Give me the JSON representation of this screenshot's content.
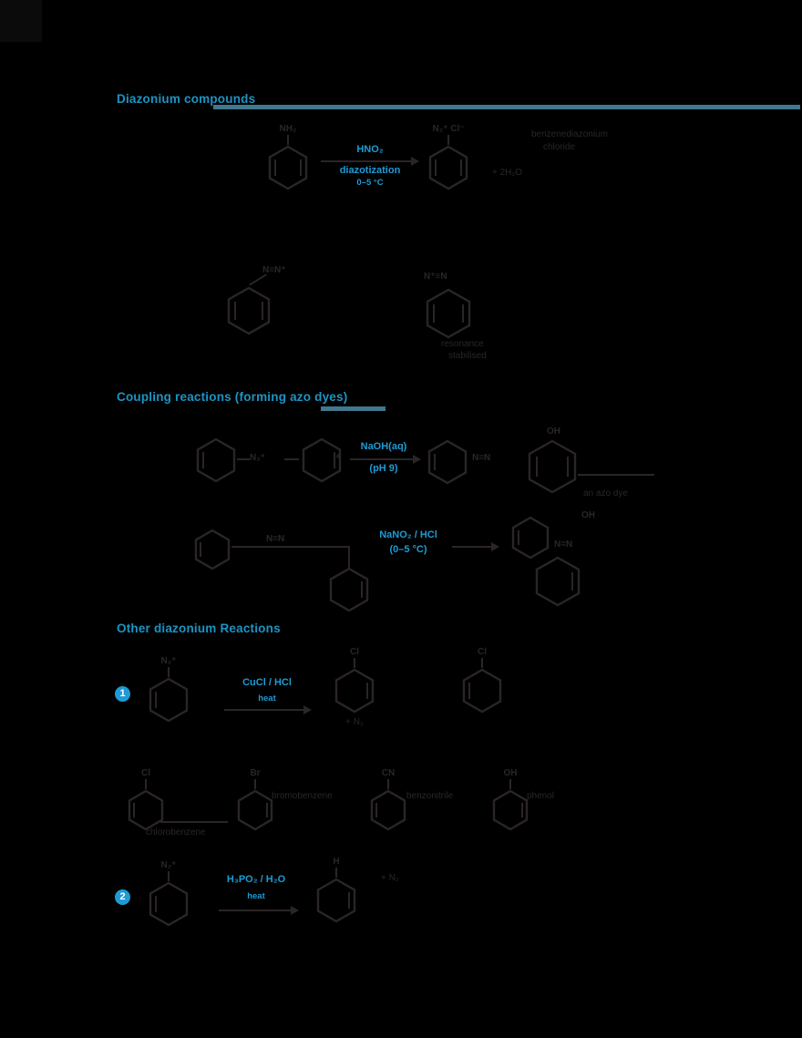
{
  "page": {
    "background": "#000000"
  },
  "colors": {
    "heading_blue": "#1c94c4",
    "label_blue": "#1e9bd4",
    "rule_teal": "#41788e",
    "structure_ink": "#2b2527",
    "badge_text": "#ffffff"
  },
  "sections": {
    "diazonium": {
      "title": "Diazonium compounds"
    },
    "coupling": {
      "title": "Coupling reactions (forming azo dyes)"
    },
    "other": {
      "title": "Other diazonium Reactions"
    }
  },
  "scheme1": {
    "reactant_label": "NH₂",
    "arrow_top": "HNO₂",
    "arrow_label": "diazotization",
    "arrow_note": "0–5 °C",
    "product_label": "N₂⁺ Cl⁻",
    "note_line1": "benzenediazonium",
    "note_line2": "chloride",
    "byproduct": "+ 2H₂O"
  },
  "resonance": {
    "left_label": "N≡N⁺",
    "right_label": "N⁺≡N",
    "right_note1": "resonance",
    "right_note2": "stabilised"
  },
  "scheme3": {
    "reactant1_label": "N₂⁺",
    "plus": "+",
    "arrow_top": "NaOH(aq)",
    "arrow_bottom": "(pH 9)",
    "product_mid_label": "N=N",
    "product_top_note": "OH",
    "product_note": "an azo dye"
  },
  "scheme4": {
    "chain_label": "N=N",
    "arrow_top": "NaNO₂ / HCl",
    "arrow_bottom": "(0–5 °C)",
    "product_mid_label": "N=N",
    "product_top_note": "OH"
  },
  "reaction1": {
    "number": "1",
    "struct_label": "N₂⁺",
    "arrow_line1": "CuCl / HCl",
    "arrow_line2": "heat",
    "product1_label": "Cl",
    "product1_note": "+ N₂",
    "product2_label": "Cl"
  },
  "products_row": {
    "items": [
      {
        "label": "Cl",
        "note": "chlorobenzene"
      },
      {
        "label": "Br",
        "note": "bromobenzene"
      },
      {
        "label": "CN",
        "note": "benzonitrile"
      },
      {
        "label": "OH",
        "note": "phenol"
      }
    ]
  },
  "reaction2": {
    "number": "2",
    "struct_label": "N₂⁺",
    "arrow_line1": "H₃PO₂ / H₂O",
    "arrow_line2": "heat",
    "product_label": "H",
    "product_note": "+ N₂"
  }
}
